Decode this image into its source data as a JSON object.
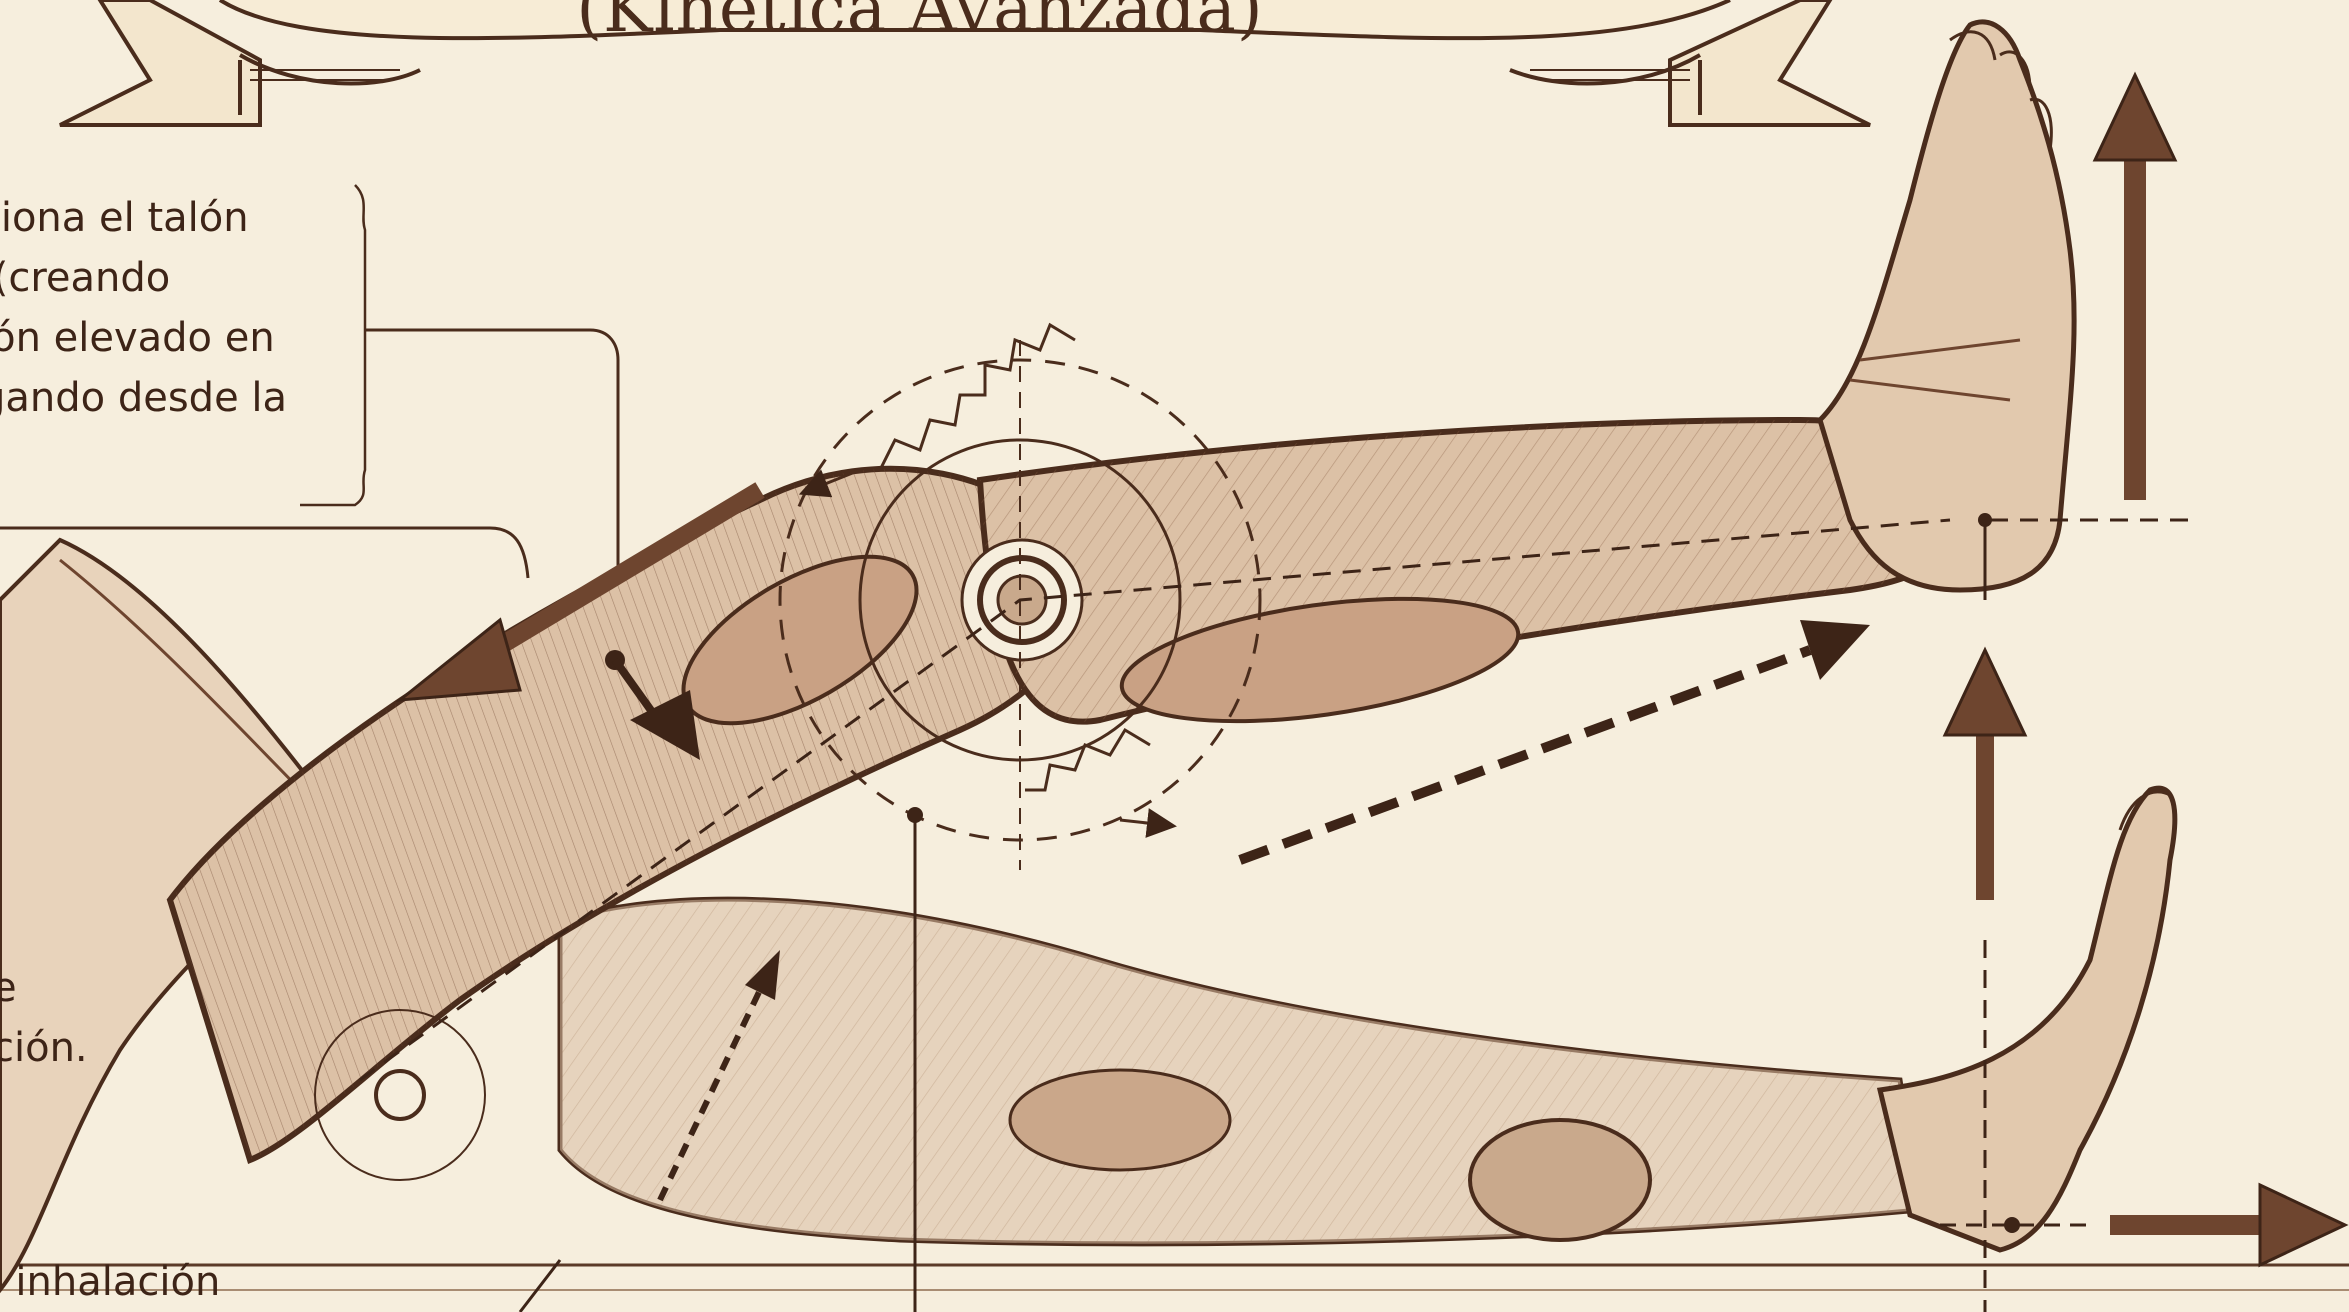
{
  "title": "(Kinética Avanzada)",
  "notes": {
    "top": "siona el talón\n (creando\nlón elevado en\ngando desde la",
    "mid": "e\nción.",
    "bottom": ", inhalación"
  },
  "colors": {
    "paper": "#f6eedd",
    "ink": "#4a2c1c",
    "muscle": "#c9a98c",
    "muscle_dark": "#8a5e45"
  }
}
